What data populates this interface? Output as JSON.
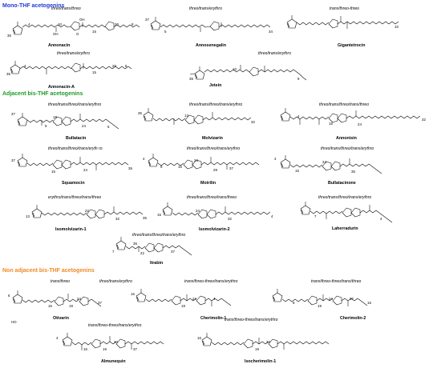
{
  "sections": {
    "mono": {
      "title": "Mono-THF acetogenins",
      "color": "#1f3ad6"
    },
    "adjacent": {
      "title": "Adjacent bis-THF acetogenins",
      "color": "#1f9a2a"
    },
    "nonadjacent": {
      "title": "Non adjacent bis-THF acetogenins",
      "color": "#f08a24"
    }
  },
  "compounds": [
    {
      "name": "Annonacin",
      "config": "threo/trans/threo"
    },
    {
      "name": "Annosenegalin",
      "config": "threo/trans/erythro"
    },
    {
      "name": "Gigantetrocin",
      "config": "trans/threo-threo"
    },
    {
      "name": "Annonacin-A",
      "config": "threo/trans/erythro"
    },
    {
      "name": "Jetein",
      "config": "threo/trans/erythro"
    },
    {
      "name": "Bullatacin",
      "config": "threo/trans/threo/trans/erythro"
    },
    {
      "name": "Molvizarin",
      "config": "threo/trans/threo/trans/erythro"
    },
    {
      "name": "Annonisin",
      "config": "threo/trans/threo/trans/threo"
    },
    {
      "name": "Squamocin",
      "config": "threo/trans/threo/trans/eryth ro"
    },
    {
      "name": "Motrilin",
      "config": "threo/trans/threo/trans/erythro"
    },
    {
      "name": "Bullatacinone",
      "config": "threo/trans/threo/trans/erythro"
    },
    {
      "name": "Isomolvizarin-1",
      "config": "erythro/trans/threo/trans/threo"
    },
    {
      "name": "Isomolvizarin-2",
      "config": "threo/trans/threo/trans/threo"
    },
    {
      "name": "Laherradurin",
      "config": "threo/trans/threo/trans/erythro"
    },
    {
      "name": "Itrabin",
      "config": "threo/trans/threo/trans/erythro"
    },
    {
      "name": "Otivarin",
      "config": "trans/threo"
    },
    {
      "name": "Cherimolin-1",
      "config": "threo/trans/erythro"
    },
    {
      "name": "Cherimolin-2",
      "config": "trans/threo-threo/trans/erythro"
    },
    {
      "name": "Almunequin",
      "config": "trans/threo-threo/trans/threo"
    },
    {
      "name": "Isocherimolin-1",
      "config": "trans/threo-threo/trans/erythro"
    },
    {
      "name": "",
      "config": "trans/threo-threo/trans/erythro"
    }
  ],
  "atom_labels": {
    "oh": "OH",
    "ho": "HO",
    "o": "O"
  },
  "locants": [
    "4",
    "10",
    "15",
    "20",
    "8",
    "35",
    "37",
    "5",
    "34",
    "10",
    "4",
    "8",
    "15",
    "20",
    "35",
    "10",
    "9",
    "35",
    "37",
    "9",
    "15",
    "24",
    "6",
    "35",
    "13",
    "32",
    "4",
    "15",
    "24",
    "32",
    "37",
    "15",
    "24",
    "35",
    "4",
    "9",
    "15",
    "24",
    "29",
    "37",
    "4",
    "15",
    "24",
    "35",
    "13",
    "22",
    "32",
    "35",
    "15",
    "24",
    "32",
    "4",
    "7",
    "4",
    "35",
    "7",
    "22",
    "37",
    "6",
    "16",
    "19",
    "24",
    "37",
    "16",
    "19",
    "24",
    "4",
    "8",
    "16",
    "19",
    "24",
    "37",
    "4",
    "16",
    "19",
    "24",
    "37",
    "16",
    "19",
    "24"
  ]
}
